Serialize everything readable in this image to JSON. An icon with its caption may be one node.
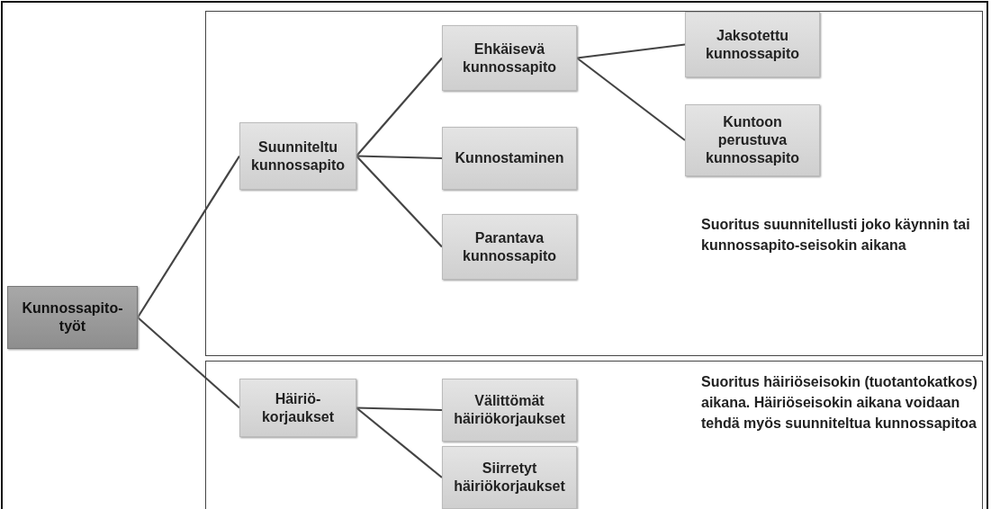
{
  "diagram": {
    "nodes": [
      {
        "text": [
          "Kunnossapito-työt"
        ]
      },
      {
        "text": [
          "Suoritus suunnitellusti joko käynnin tai kunnossapito-seisokin aikana"
        ]
      },
      {
        "text": [
          "Suunniteltu kunnossapito"
        ],
        "in": 1
      },
      {
        "text": [
          "Ehkäisevä kunnossapito"
        ],
        "in": 1
      },
      {
        "text": [
          "Kunnostaminen"
        ],
        "in": 1
      },
      {
        "text": [
          "Parantava kunnossapito"
        ],
        "in": 1
      },
      {
        "text": [
          "Jaksotettu kunnossapito"
        ],
        "in": 1
      },
      {
        "text": [
          "Kuntoon perustuva kunnossapito"
        ],
        "in": 1
      },
      {
        "text": [
          "Suoritus häiriöseisokin (tuotantokatkos) aikana. Häiriöseisokin aikana voidaan tehdä myös suunniteltua kunnossapitoa"
        ]
      },
      {
        "text": [
          "Häiriö-korjaukset"
        ],
        "in": 8
      },
      {
        "text": [
          "Välittömät häiriökorjaukset"
        ],
        "in": 8
      },
      {
        "text": [
          "Siirretyt häiriökorjaukset"
        ],
        "in": 8
      }
    ],
    "edges": [
      {
        "from": 0,
        "to": 2,
        "arrow": "none"
      },
      {
        "from": 0,
        "to": 9,
        "arrow": "none"
      },
      {
        "from": 2,
        "to": 3,
        "arrow": "none"
      },
      {
        "from": 2,
        "to": 4,
        "arrow": "none"
      },
      {
        "from": 2,
        "to": 5,
        "arrow": "none"
      },
      {
        "from": 3,
        "to": 6,
        "arrow": "none"
      },
      {
        "from": 3,
        "to": 7,
        "arrow": "none"
      },
      {
        "from": 9,
        "to": 10,
        "arrow": "none"
      },
      {
        "from": 9,
        "to": 11,
        "arrow": "none"
      }
    ]
  }
}
